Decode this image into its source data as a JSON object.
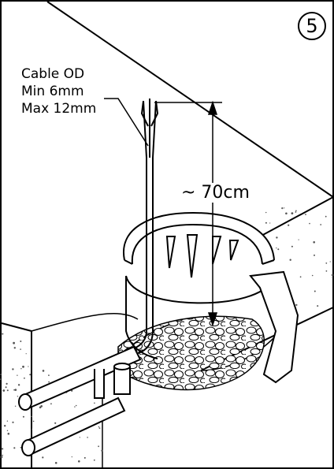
{
  "step": {
    "number": "5"
  },
  "cable_spec": {
    "line1": "Cable OD",
    "line2": "Min 6mm",
    "line3": "Max 12mm"
  },
  "depth": {
    "label": "~ 70cm"
  },
  "colors": {
    "line": "#000000",
    "background": "#ffffff",
    "speckle": "#555555"
  }
}
